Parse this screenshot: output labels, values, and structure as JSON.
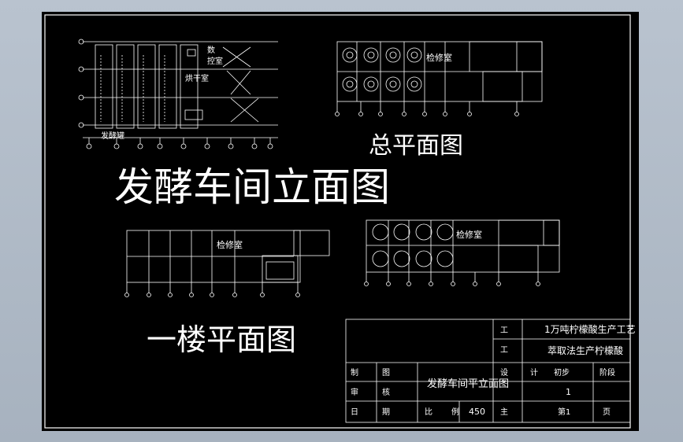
{
  "drawing": {
    "titles": {
      "general_plan": "总平面图",
      "workshop_elevation": "发酵车间立面图",
      "first_floor_plan": "一楼平面图"
    },
    "room_labels": {
      "fermentation": "发酵罐",
      "repair_room": "检修室",
      "drying_room": "烘干室",
      "control_room_1": "数",
      "control_room_2": "控室"
    }
  },
  "title_block": {
    "project_line1": "1万吨柠檬酸生产工艺",
    "project_line2": "萃取法生产柠檬酸",
    "drawing_name": "发酵车间平立面图",
    "row_label_1": "工",
    "row_label_2": "工",
    "zhi": "制",
    "tu": "图",
    "shen": "审",
    "he": "核",
    "ri": "日",
    "qi": "期",
    "bi": "比",
    "li": "例",
    "scale": "450",
    "she": "设",
    "ji": "计",
    "stage_a": "初步",
    "stage_b": "阶段",
    "zhu": "主",
    "sheet_no": "1",
    "page_a": "第1",
    "page_b": "页"
  }
}
